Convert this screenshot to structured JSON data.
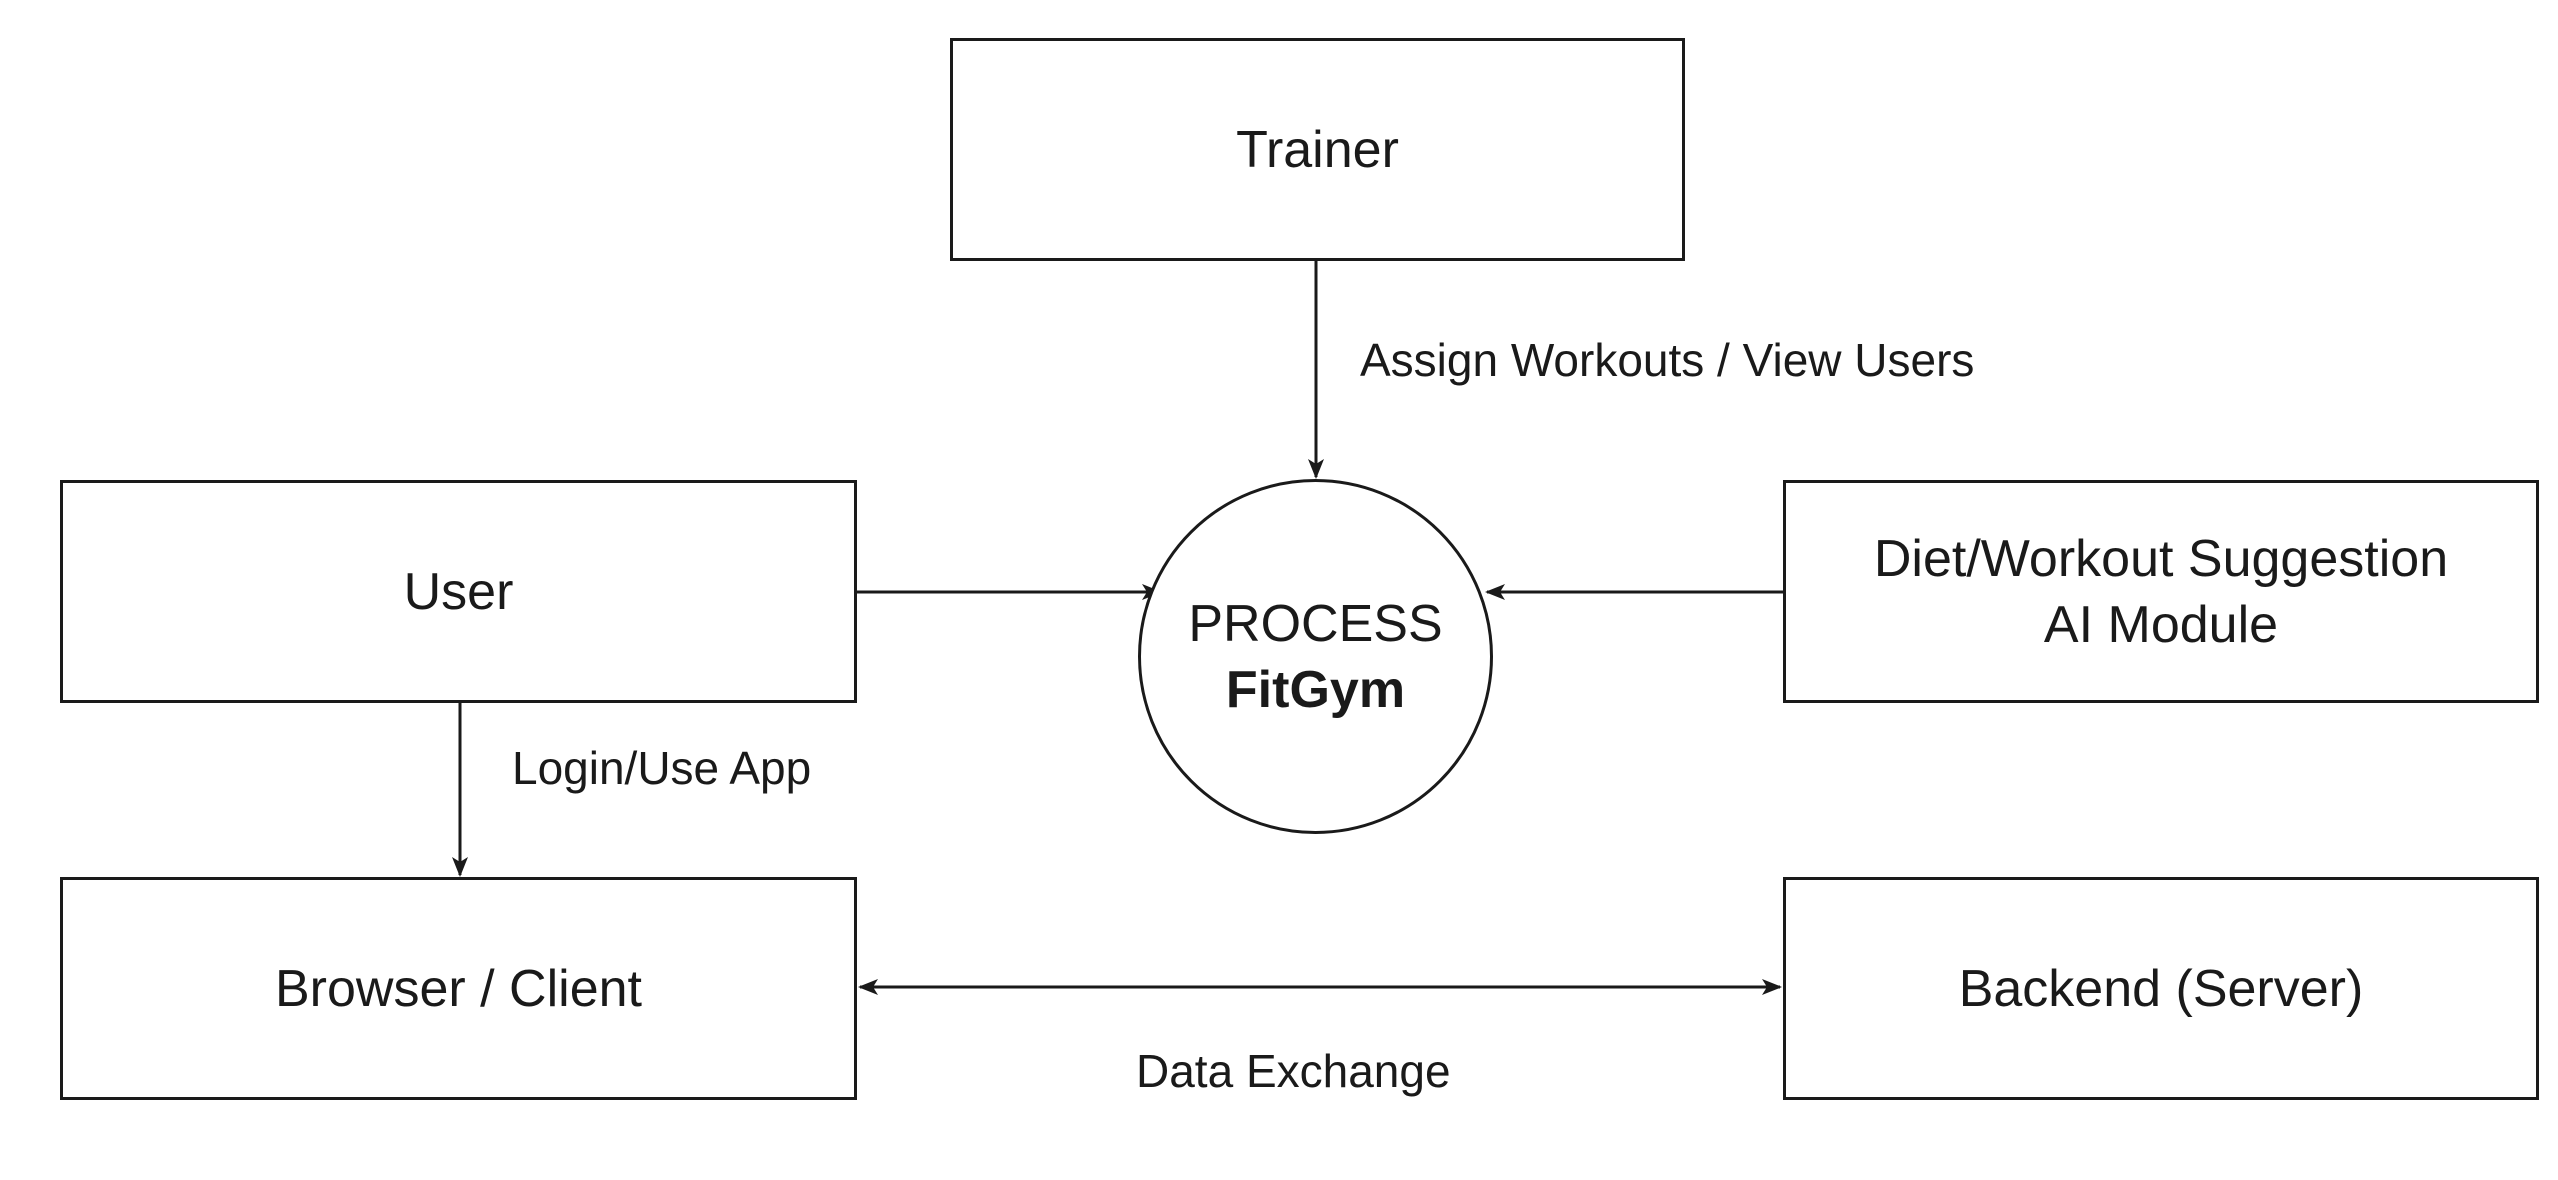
{
  "diagram": {
    "nodes": {
      "trainer": {
        "label": "Trainer"
      },
      "user": {
        "label": "User"
      },
      "ai_module": {
        "line1": "Diet/Workout Suggestion",
        "line2": "AI Module"
      },
      "browser": {
        "label": "Browser / Client"
      },
      "backend": {
        "label": "Backend (Server)"
      },
      "process": {
        "line1": "PROCESS",
        "line2": "FitGym"
      }
    },
    "edges": {
      "trainer_to_process": {
        "label": "Assign Workouts / View Users"
      },
      "user_to_browser": {
        "label": "Login/Use App"
      },
      "browser_backend": {
        "label": "Data Exchange"
      },
      "user_to_process": {
        "label": ""
      },
      "ai_to_process": {
        "label": ""
      }
    },
    "colors": {
      "stroke": "#1a1a1a",
      "background": "#ffffff"
    }
  }
}
